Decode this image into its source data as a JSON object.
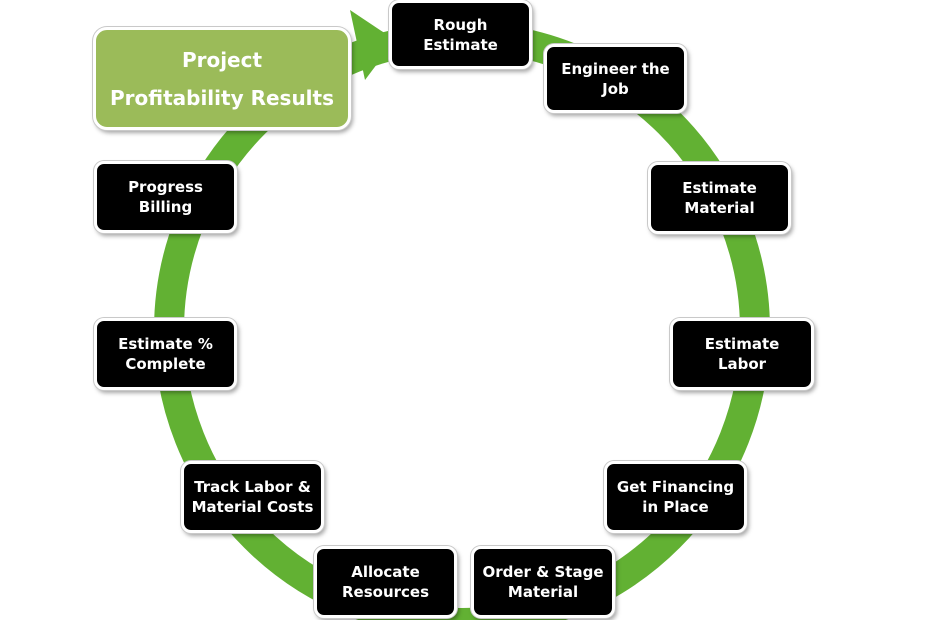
{
  "diagram": {
    "title": "Project Profitability Results",
    "colors": {
      "ring": "#62b133",
      "step_box": "#000000",
      "result_box": "#9bbb59",
      "text": "#ffffff"
    },
    "result_box": {
      "label": "Project\nProfitability Results"
    },
    "steps": [
      {
        "label": "Rough\nEstimate"
      },
      {
        "label": "Engineer the\nJob"
      },
      {
        "label": "Estimate\nMaterial"
      },
      {
        "label": "Estimate Labor"
      },
      {
        "label": "Get Financing\nin Place"
      },
      {
        "label": "Order & Stage\nMaterial"
      },
      {
        "label": "Allocate\nResources"
      },
      {
        "label": "Track Labor &\nMaterial Costs"
      },
      {
        "label": "Estimate %\nComplete"
      },
      {
        "label": "Progress Billing"
      }
    ]
  }
}
